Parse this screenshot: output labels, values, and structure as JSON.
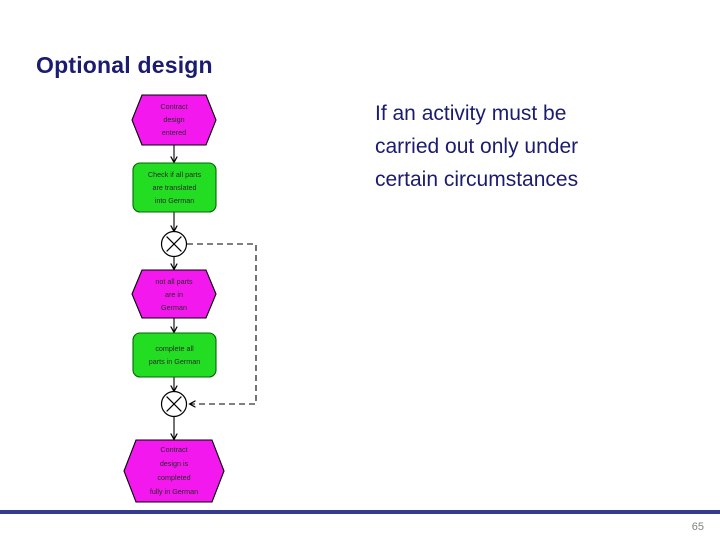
{
  "slide": {
    "title": "Optional design",
    "page_number": "65",
    "title_color": "#1b1b6f",
    "rule_color": "#343a8c"
  },
  "caption": {
    "lines": [
      "If an activity must be",
      "carried out only under",
      "certain circumstances"
    ]
  },
  "diagram": {
    "type": "epc-flowchart",
    "colors": {
      "event": "#f318ee",
      "function": "#22dd22",
      "function_border": "#046604",
      "gateway": "#ffffff",
      "line": "#000000"
    },
    "nodes": [
      {
        "id": "event-contract-entered",
        "kind": "event",
        "shape": "hexagon",
        "lines": [
          "Contract",
          "design",
          "entered"
        ]
      },
      {
        "id": "function-check-translation",
        "kind": "function",
        "shape": "rounded-rect",
        "lines": [
          "Check if all parts",
          "are translated",
          "into German"
        ]
      },
      {
        "id": "gateway-xor-split",
        "kind": "gateway",
        "shape": "circle-x",
        "symbol": "XOR"
      },
      {
        "id": "event-not-all-german",
        "kind": "event",
        "shape": "hexagon",
        "lines": [
          "not all parts",
          "are in",
          "German"
        ]
      },
      {
        "id": "function-complete-parts",
        "kind": "function",
        "shape": "rounded-rect",
        "lines": [
          "complete all",
          "parts in German"
        ]
      },
      {
        "id": "gateway-xor-join",
        "kind": "gateway",
        "shape": "circle-x",
        "symbol": "XOR"
      },
      {
        "id": "event-contract-completed",
        "kind": "event",
        "shape": "hexagon",
        "lines": [
          "Contract",
          "design is",
          "completed",
          "fully in German"
        ]
      }
    ],
    "connectors": [
      {
        "id": "flow-1",
        "style": "solid",
        "from": "event-contract-entered",
        "to": "function-check-translation"
      },
      {
        "id": "flow-2",
        "style": "solid",
        "from": "function-check-translation",
        "to": "gateway-xor-split"
      },
      {
        "id": "flow-3",
        "style": "solid",
        "from": "gateway-xor-split",
        "to": "event-not-all-german"
      },
      {
        "id": "flow-4",
        "style": "solid",
        "from": "event-not-all-german",
        "to": "function-complete-parts"
      },
      {
        "id": "flow-5",
        "style": "solid",
        "from": "function-complete-parts",
        "to": "gateway-xor-join"
      },
      {
        "id": "flow-6",
        "style": "solid",
        "from": "gateway-xor-join",
        "to": "event-contract-completed"
      },
      {
        "id": "flow-bypass",
        "style": "dashed",
        "from": "gateway-xor-split",
        "to": "gateway-xor-join"
      }
    ]
  }
}
